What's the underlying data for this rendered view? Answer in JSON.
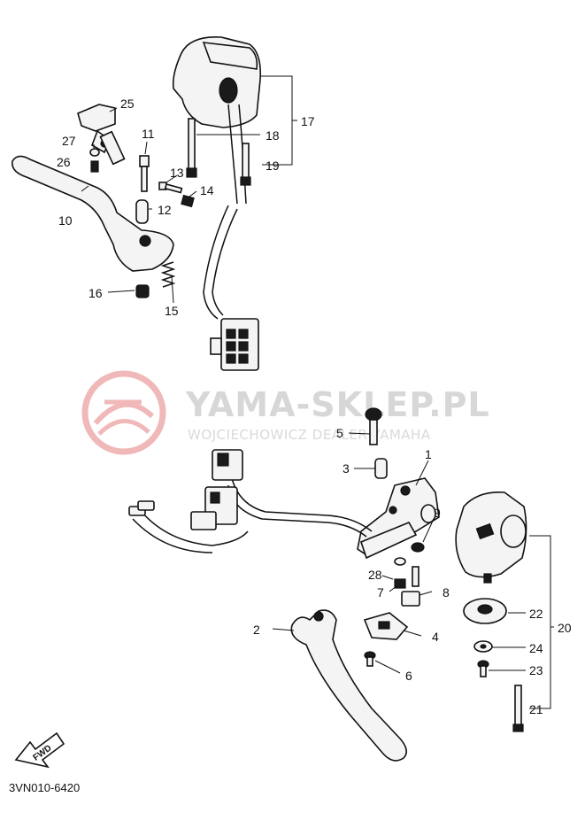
{
  "watermark": {
    "title": "YAMA-SKLEP.PL",
    "subtitle": "WOJCIECHOWICZ DEALER YAMAHA",
    "logo_color": "#e8a0a0",
    "text_color": "#d7d7d7"
  },
  "diagram_code": "3VN010-6420",
  "fwd_label": "FWD",
  "callouts": {
    "c1": "1",
    "c2": "2",
    "c3": "3",
    "c4": "4",
    "c5": "5",
    "c6": "6",
    "c7": "7",
    "c8": "8",
    "c9": "9",
    "c10": "10",
    "c11": "11",
    "c12": "12",
    "c13": "13",
    "c14": "14",
    "c15": "15",
    "c16": "16",
    "c17": "17",
    "c18": "18",
    "c19": "19",
    "c20": "20",
    "c21": "21",
    "c22": "22",
    "c23": "23",
    "c24": "24",
    "c25": "25",
    "c26": "26",
    "c27": "27",
    "c28": "28"
  }
}
